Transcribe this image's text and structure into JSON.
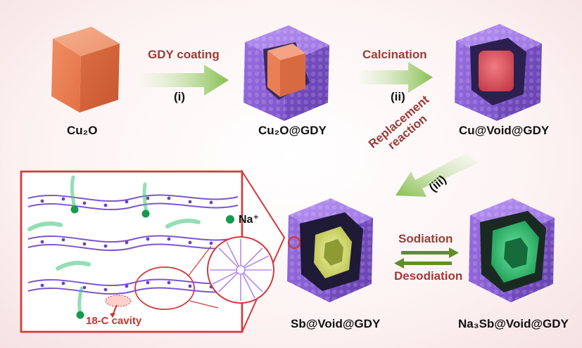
{
  "labels": {
    "cu2o": "Cu₂O",
    "cu2o_gdy": "Cu₂O@GDY",
    "cu_void_gdy": "Cu@Void@GDY",
    "sb_void_gdy": "Sb@Void@GDY",
    "na3sb_void_gdy": "Na₃Sb@Void@GDY"
  },
  "steps": {
    "gdy_coating": "GDY coating",
    "step_i": "(i)",
    "calcination": "Calcination",
    "step_ii": "(ii)",
    "replacement_line1": "Replacement",
    "replacement_line2": "reaction",
    "step_iii": "(iii)",
    "sodiation": "Sodiation",
    "desodiation": "Desodiation"
  },
  "inset": {
    "na_ion": "Na⁺",
    "cavity": "18-C cavity"
  },
  "colors": {
    "arrow_green": "#8fc25a",
    "label_red": "#9c3a36",
    "gdy_purple": "#8a5fd6",
    "cu2o_orange": "#e47c55",
    "cu_red": "#d84c5a",
    "sb_yellow": "#d7e07a",
    "na3sb_green": "#2fbe6e",
    "inset_border": "#d23a3a"
  }
}
